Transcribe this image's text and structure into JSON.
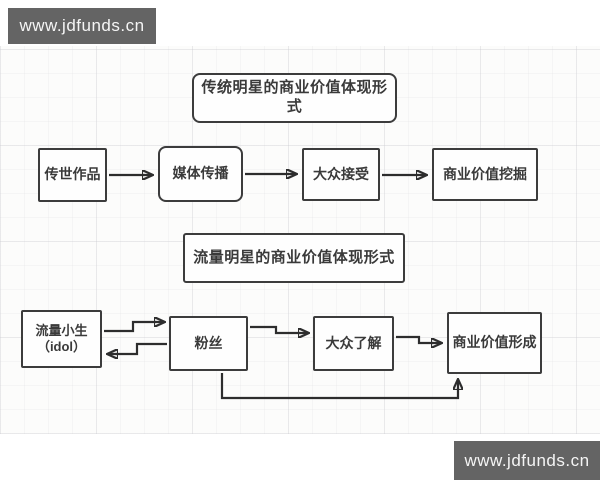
{
  "watermark_top": {
    "text": "www.jdfunds.cn"
  },
  "watermark_bottom": {
    "text": "www.jdfunds.cn"
  },
  "colors": {
    "watermark_bg": "#646464",
    "box_border": "#3c3c3c",
    "box_fill": "#fefefe",
    "text": "#3a3a3a",
    "arrow": "#2d2d2d",
    "paper_bg": "#fcfcfb"
  },
  "flow1": {
    "title": "传统明星的商业价值体现形式",
    "steps": [
      "传世作品",
      "媒体传播",
      "大众接受",
      "商业价值挖掘"
    ]
  },
  "flow2": {
    "title": "流量明星的商业价值体现形式",
    "nodes": {
      "idol_line1": "流量小生",
      "idol_line2": "（idol）",
      "fans": "粉丝",
      "public": "大众了解",
      "value": "商业价值形成"
    }
  }
}
